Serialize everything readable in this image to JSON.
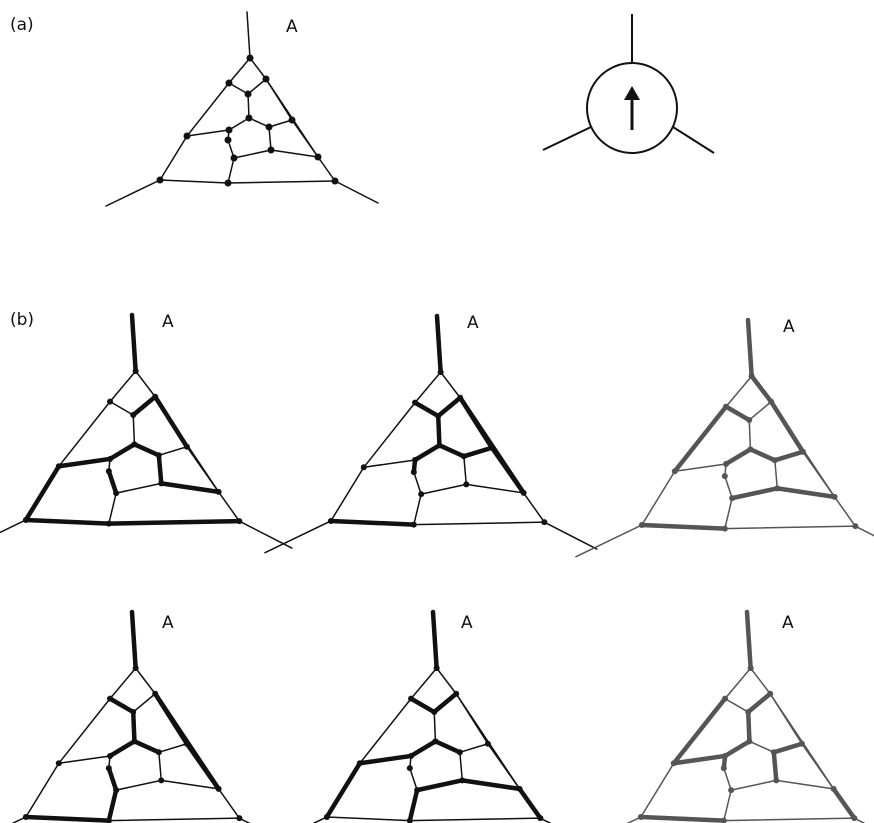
{
  "panels": {
    "a": {
      "label": "(a)"
    },
    "b": {
      "label": "(b)"
    }
  },
  "vertex_label": "A",
  "symbol": {
    "arrow_direction": "up"
  },
  "colors": {
    "ink": "#111111",
    "faded_ink": "#555555",
    "background": "#ffffff"
  },
  "variants": [
    {
      "row": 1,
      "col": 1,
      "bold_edges": [
        "e-ap",
        "e-e12",
        "e-e7",
        "e-e2",
        "e-e11",
        "e-e4",
        "e-e5",
        "e-e21",
        "e-e9",
        "e-lt3",
        "e-e19",
        "e-e14",
        "e-lb1",
        "e-bt2"
      ]
    },
    {
      "row": 1,
      "col": 2,
      "bold_edges": [
        "e-ap",
        "e-e1",
        "e-e8",
        "e-e2",
        "e-e3",
        "e-e4",
        "e-e5",
        "e-e6",
        "e-e7",
        "e-e17",
        "e-lb1",
        "e-e15",
        "e-e20",
        "e-rt2"
      ]
    },
    {
      "row": 1,
      "col": 3,
      "faded": true,
      "bold_edges": [
        "e-ap",
        "e-e1",
        "e-e10",
        "e-rt1",
        "e-e6",
        "e-e4",
        "e-e5",
        "e-e16",
        "e-e19",
        "e-lt2",
        "e-e21",
        "e-e7",
        "e-lb1",
        "e-e14"
      ]
    },
    {
      "row": 2,
      "col": 1,
      "bold_edges": [
        "e-ap",
        "e-e1",
        "e-e7",
        "e-e9",
        "e-e3",
        "e-e4",
        "e-e5",
        "e-e18",
        "e-e17",
        "e-e15",
        "e-e13",
        "e-e21",
        "e-lb1",
        "e-rt2"
      ]
    },
    {
      "row": 2,
      "col": 2,
      "bold_edges": [
        "e-ap",
        "e-e1",
        "e-e10",
        "e-e2",
        "e-e12",
        "e-e4",
        "e-e5",
        "e-e18",
        "e-e17",
        "e-e14",
        "e-e13",
        "e-e21",
        "e-lt3",
        "e-rb1"
      ]
    },
    {
      "row": 2,
      "col": 3,
      "faded": true,
      "bold_edges": [
        "e-ap",
        "e-e12",
        "e-e11",
        "e-e8",
        "e-e2",
        "e-e6",
        "e-e4",
        "e-e3",
        "e-e16",
        "e-lt2",
        "e-lb1",
        "e-e19",
        "e-e21",
        "e-rb1"
      ]
    }
  ]
}
